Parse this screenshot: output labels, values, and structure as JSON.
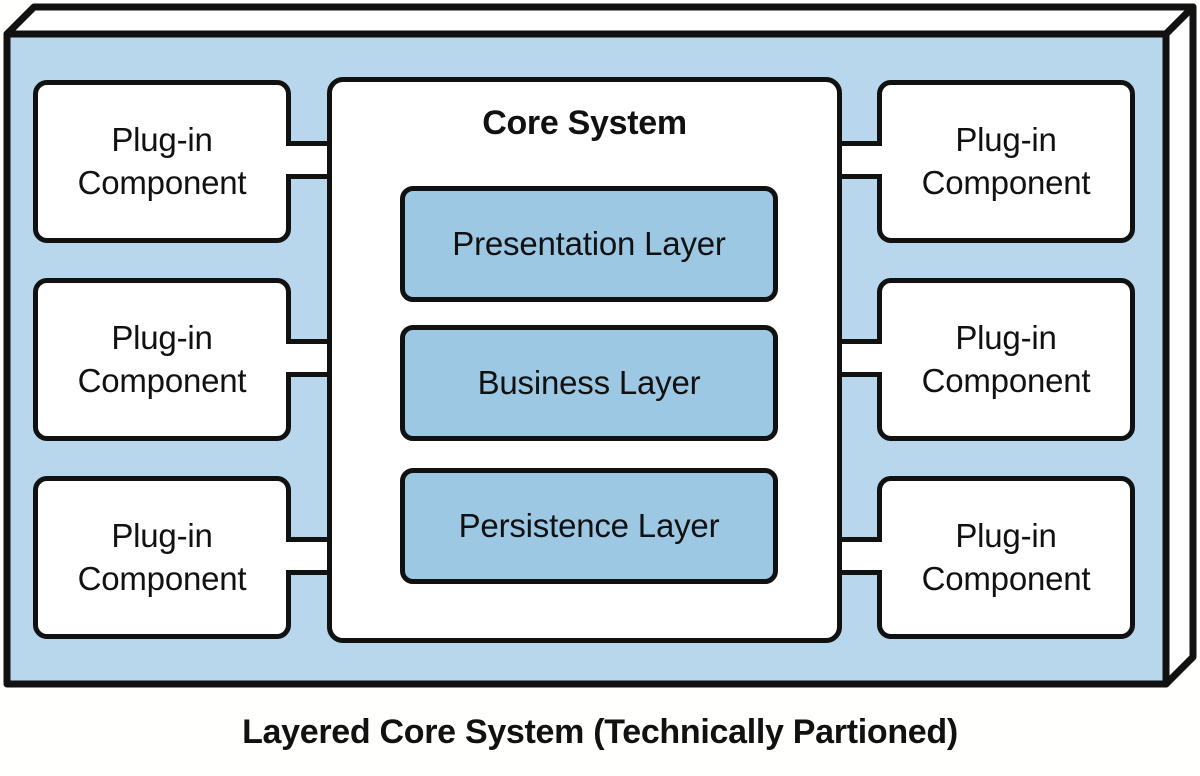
{
  "diagram": {
    "caption": "Layered Core System (Technically Partioned)",
    "core": {
      "title": "Core System",
      "layers": [
        {
          "label": "Presentation Layer"
        },
        {
          "label": "Business Layer"
        },
        {
          "label": "Persistence Layer"
        }
      ]
    },
    "plugins_left": [
      {
        "line1": "Plug-in",
        "line2": "Component"
      },
      {
        "line1": "Plug-in",
        "line2": "Component"
      },
      {
        "line1": "Plug-in",
        "line2": "Component"
      }
    ],
    "plugins_right": [
      {
        "line1": "Plug-in",
        "line2": "Component"
      },
      {
        "line1": "Plug-in",
        "line2": "Component"
      },
      {
        "line1": "Plug-in",
        "line2": "Component"
      }
    ],
    "colors": {
      "frame_fill": "#B8D6EC",
      "layer_fill": "#9CC8E4",
      "node_fill": "#FFFFFF",
      "stroke": "#111111",
      "page_background": "#FFFFFE"
    }
  }
}
